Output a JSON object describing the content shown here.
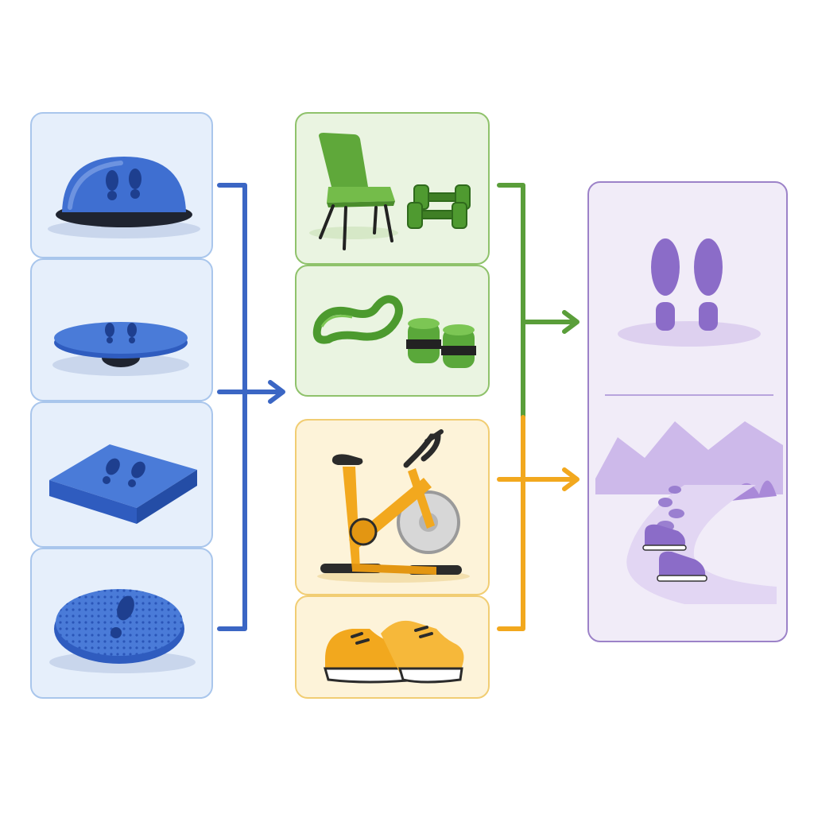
{
  "diagram": {
    "colors": {
      "blue": "#3b66c4",
      "blue_panel": "#e6effb",
      "blue_border": "#a9c6ec",
      "green": "#5a9e3a",
      "green_panel": "#eaf4e1",
      "yellow": "#f2a81e",
      "yellow_panel": "#fdf3d9",
      "purple": "#8b6cc8",
      "purple_panel": "#f1ecf8"
    },
    "columns": [
      {
        "group": "balance-surfaces",
        "items": [
          {
            "icon": "balance-dome-icon"
          },
          {
            "icon": "wobble-board-icon"
          },
          {
            "icon": "foam-balance-pad-icon"
          },
          {
            "icon": "balance-disc-icon"
          }
        ]
      },
      {
        "group": "strength-tools",
        "items": [
          {
            "icon": "chair-icon"
          },
          {
            "icon": "dumbbells-icon"
          },
          {
            "icon": "resistance-band-icon"
          },
          {
            "icon": "ankle-weights-icon"
          }
        ]
      },
      {
        "group": "cardio-tools",
        "items": [
          {
            "icon": "exercise-bike-icon"
          },
          {
            "icon": "sneakers-icon"
          }
        ]
      },
      {
        "group": "outcomes",
        "items": [
          {
            "icon": "stable-footprints-icon"
          },
          {
            "icon": "walking-path-icon"
          }
        ]
      }
    ]
  }
}
